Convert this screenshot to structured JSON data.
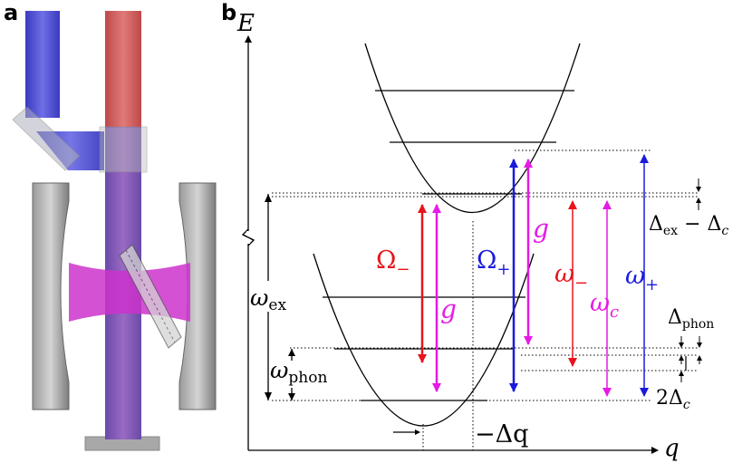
{
  "panel_a": {
    "letter": "a",
    "colors": {
      "blue_beam": "#4a4ad6",
      "red_beam": "#d85a5a",
      "purple_beam": "#8a5cb0",
      "cavity_mode": "#cc33cc",
      "mirror_gray": "#8c8c8c"
    }
  },
  "panel_b": {
    "letter": "b",
    "axis_energy": "E",
    "axis_momentum": "q",
    "labels": {
      "omega_ex": {
        "sym": "ω",
        "sub": "ex"
      },
      "omega_phon": {
        "sym": "ω",
        "sub": "phon"
      },
      "omega_minus": {
        "sym": "ω",
        "sub": "−"
      },
      "omega_plus": {
        "sym": "ω",
        "sub": "+"
      },
      "omega_c": {
        "sym": "ω",
        "sub": "c"
      },
      "Omega_minus": {
        "sym": "Ω",
        "sub": "−"
      },
      "Omega_plus": {
        "sym": "Ω",
        "sub": "+"
      },
      "g": "g",
      "delta_ex_c": {
        "sym1": "Δ",
        "sub1": "ex",
        "op": " − ",
        "sym2": "Δ",
        "sub2": "c"
      },
      "delta_phon": {
        "sym": "Δ",
        "sub": "phon"
      },
      "two_delta_c": {
        "pre": "2Δ",
        "sub": "c"
      },
      "delta_q": "−Δq"
    },
    "colors": {
      "red": "#e8141c",
      "blue": "#1a1add",
      "magenta": "#e61ae6",
      "black": "#000000"
    }
  }
}
